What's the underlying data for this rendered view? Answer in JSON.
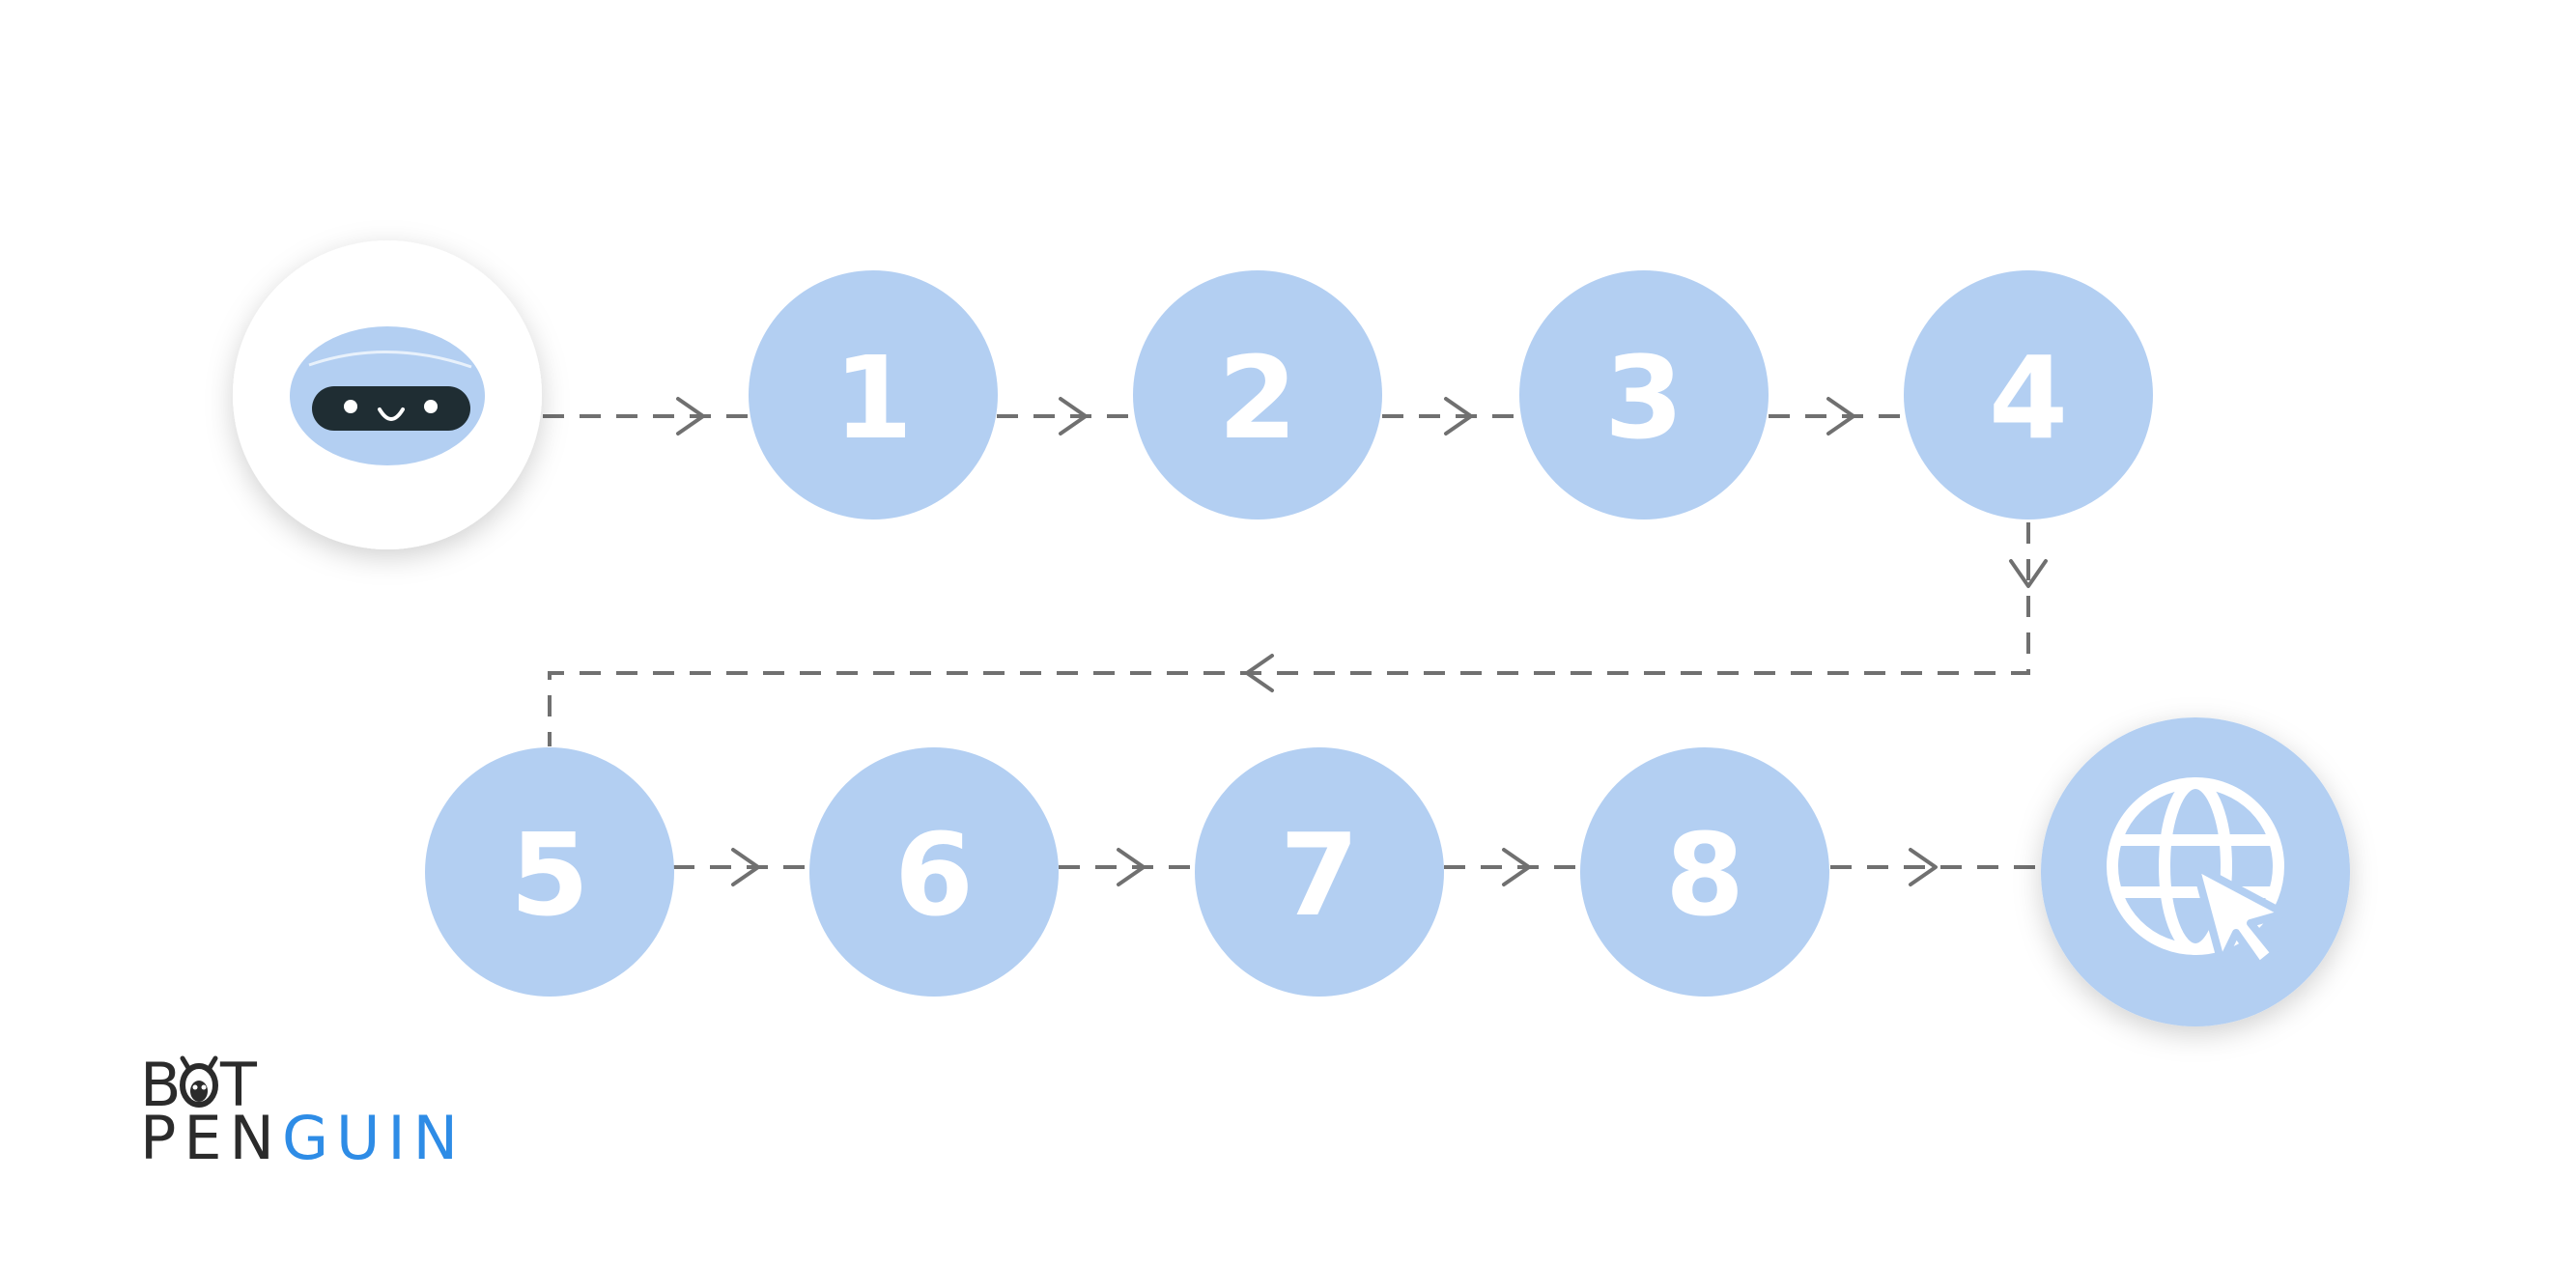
{
  "steps": [
    {
      "label": "1"
    },
    {
      "label": "2"
    },
    {
      "label": "3"
    },
    {
      "label": "4"
    },
    {
      "label": "5"
    },
    {
      "label": "6"
    },
    {
      "label": "7"
    },
    {
      "label": "8"
    }
  ],
  "start_node": {
    "icon": "bot-face-icon"
  },
  "end_node": {
    "icon": "globe-cursor-icon"
  },
  "logo": {
    "line1_part1": "B",
    "line1_part2": "T",
    "line2_part1": "PEN",
    "line2_part2": "GUIN"
  },
  "colors": {
    "circle": "#B3CFF2",
    "arrow": "#707070",
    "logo_dark": "#2b2b2b",
    "logo_blue": "#2E8CE6",
    "bot_face": "#1f2d33"
  }
}
